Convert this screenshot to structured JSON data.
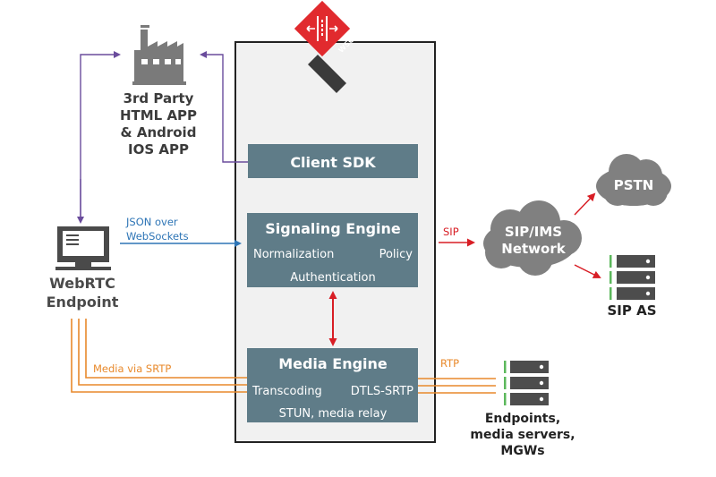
{
  "colors": {
    "frame_fill": "#f1f1f1",
    "frame_stroke": "#222222",
    "engine_box": "#5f7c88",
    "engine_text": "#ffffff",
    "icon_gray": "#7a7a7a",
    "dark_text": "#3b3b3b",
    "purple": "#6a4c9c",
    "blue": "#2e75b6",
    "red": "#d81e25",
    "orange": "#e8892b",
    "server_dark": "#4d4d4d",
    "server_green": "#5cb85c",
    "cloud": "#808080",
    "badge_red": "#e12a2e",
    "badge_dark": "#3a3a3a"
  },
  "badge": {
    "text": "WSC",
    "icon": "wsc-logo-icon"
  },
  "third_party": {
    "icon": "factory-icon",
    "lines": [
      "3rd Party",
      "HTML APP",
      "& Android",
      "IOS APP"
    ]
  },
  "webrtc": {
    "icon": "monitor-icon",
    "lines": [
      "WebRTC",
      "Endpoint"
    ]
  },
  "client_sdk": {
    "title": "Client SDK"
  },
  "signaling_engine": {
    "title": "Signaling Engine",
    "items": [
      "Normalization",
      "Policy",
      "Authentication"
    ]
  },
  "media_engine": {
    "title": "Media Engine",
    "items": [
      "Transcoding",
      "DTLS-SRTP",
      "STUN, media relay"
    ]
  },
  "connections": {
    "json_label": [
      "JSON over",
      "WebSockets"
    ],
    "sip_label": "SIP",
    "srtp_label": "Media via SRTP",
    "rtp_label": "RTP"
  },
  "clouds": {
    "sip_ims": [
      "SIP/IMS",
      "Network"
    ],
    "pstn": "PSTN"
  },
  "servers": {
    "sip_as": "SIP AS",
    "endpoints": [
      "Endpoints,",
      "media servers,",
      "MGWs"
    ]
  }
}
